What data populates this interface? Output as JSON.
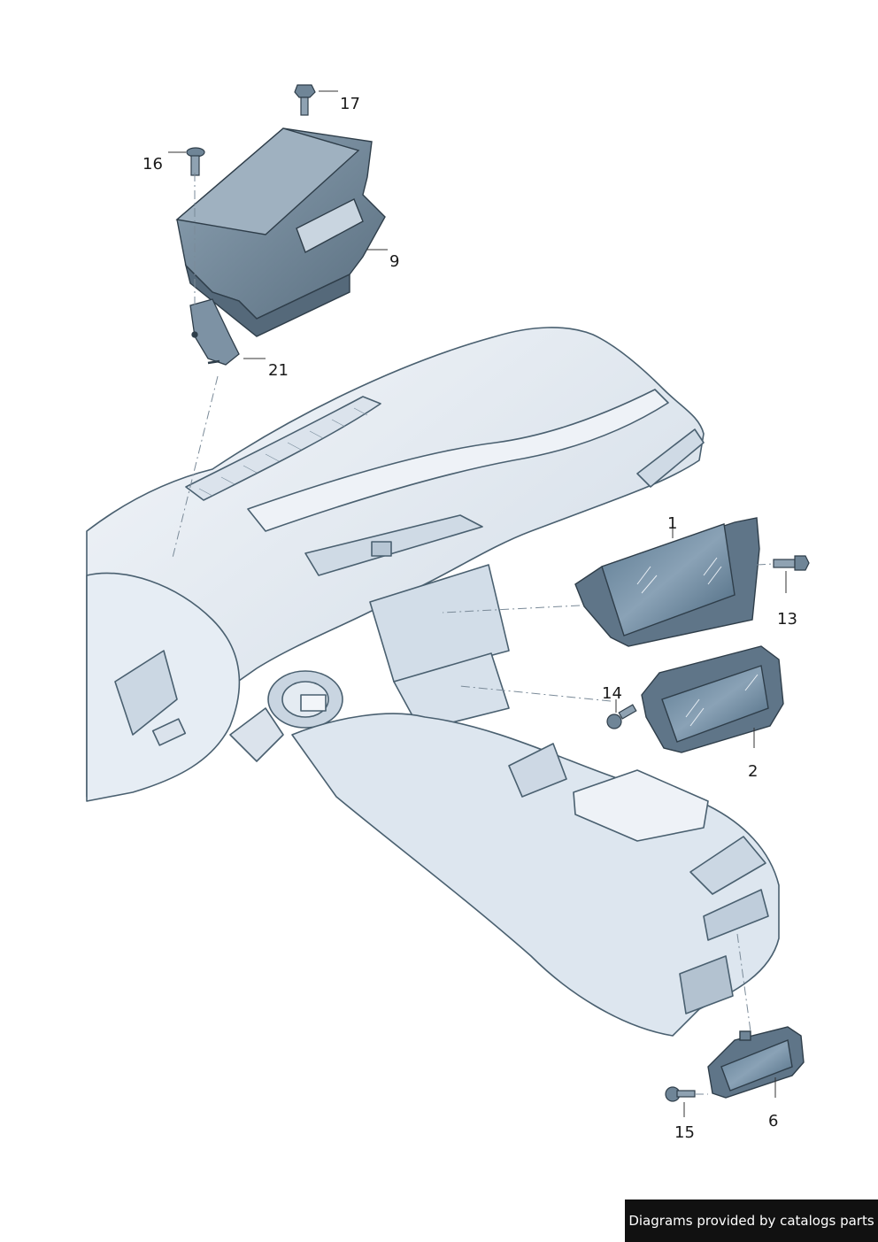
{
  "labels": {
    "p1": "1",
    "p2": "2",
    "p6": "6",
    "p9": "9",
    "p13": "13",
    "p14": "14",
    "p15": "15",
    "p16": "16",
    "p17": "17",
    "p21": "21"
  },
  "footer": {
    "text": "Diagrams provided by catalogs parts"
  },
  "colors": {
    "outline": "#4a6070",
    "fill": "#e2e9f1",
    "fill_dark": "#c6d3e0",
    "screen": "#3d5d73",
    "part_body": "#6f8597",
    "leader": "#333333"
  }
}
